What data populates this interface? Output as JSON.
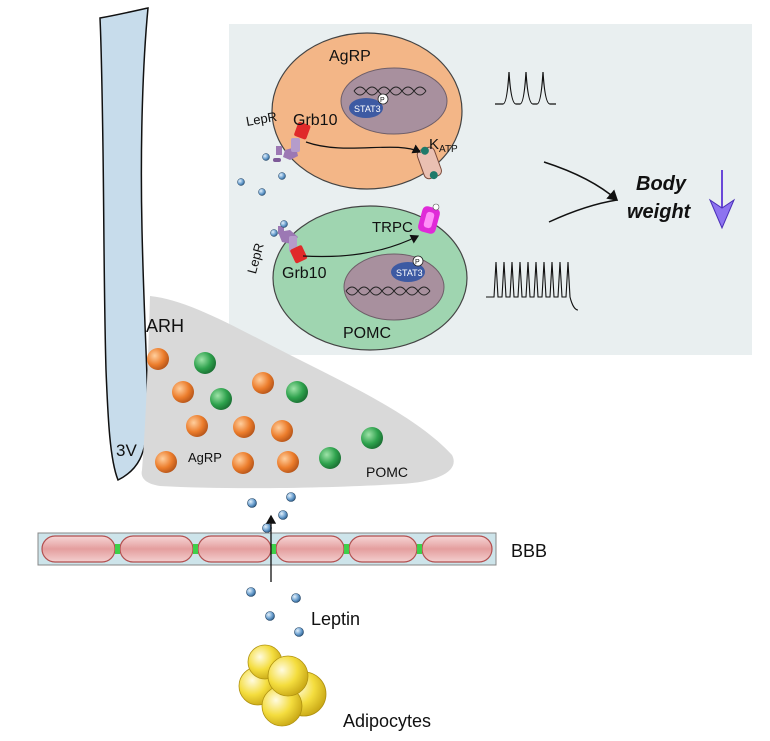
{
  "labels": {
    "ventricle": "3V",
    "arcuate": "ARH",
    "agrp_population": "AgRP",
    "pomc_population": "POMC",
    "agrp_neuron": "AgRP",
    "pomc_neuron": "POMC",
    "lepr_top": "LepR",
    "lepr_bottom": "LepR",
    "grb10_top": "Grb10",
    "grb10_bottom": "Grb10",
    "stat3_top": "STAT3",
    "stat3_bottom": "STAT3",
    "phospho_top": "P",
    "phospho_bottom": "P",
    "katp_main": "K",
    "katp_sub": "ATP",
    "trpc": "TRPC",
    "body_weight_line1": "Body",
    "body_weight_line2": "weight",
    "bbb": "BBB",
    "leptin": "Leptin",
    "adipocytes": "Adipocytes"
  },
  "colors": {
    "inset_bg": "#e9eff0",
    "agrp_cell": "#f3b687",
    "pomc_cell": "#9fd5b0",
    "nucleus": "#a8909e",
    "stat3": "#3d5aa3",
    "grb10": "#e02a2a",
    "lepr": "#9c78b4",
    "arh_region": "#d9d9d9",
    "ventricle": "#c7dceb",
    "agrp_dot": "#e8782a",
    "pomc_dot": "#28a04a",
    "leptin_dot": "#5b93c6",
    "adipocyte": "#f5e04a",
    "bbb_cell": "#e8a8a8",
    "arrow_down": "#6a48d8"
  }
}
